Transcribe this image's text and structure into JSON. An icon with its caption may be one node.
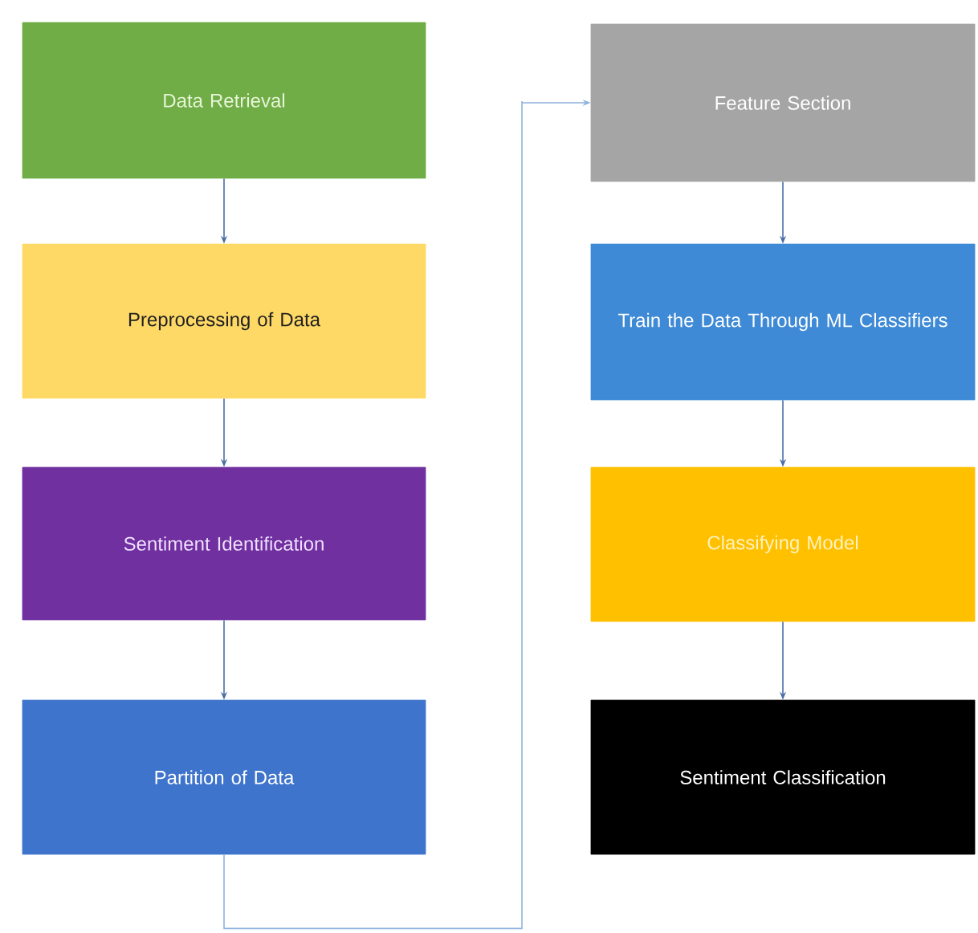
{
  "diagram": {
    "nodes": [
      {
        "text": [
          "Data Retrieval"
        ]
      },
      {
        "text": [
          "Preprocessing of Data"
        ]
      },
      {
        "text": [
          "Sentiment Identification"
        ]
      },
      {
        "text": [
          "Partition of Data"
        ]
      },
      {
        "text": [
          "Feature Section"
        ]
      },
      {
        "text": [
          "Train the Data Through ML Classifiers"
        ]
      },
      {
        "text": [
          "Classifying Model"
        ]
      },
      {
        "text": [
          "Sentiment Classification"
        ]
      }
    ],
    "edges": [
      {
        "from": 0,
        "to": 1,
        "arrow": "to"
      },
      {
        "from": 1,
        "to": 2,
        "arrow": "to"
      },
      {
        "from": 2,
        "to": 3,
        "arrow": "to"
      },
      {
        "from": 3,
        "to": 4,
        "arrow": "to",
        "color": "#8fb3dd"
      },
      {
        "from": 4,
        "to": 5,
        "arrow": "to"
      },
      {
        "from": 5,
        "to": 6,
        "arrow": "to"
      },
      {
        "from": 6,
        "to": 7,
        "arrow": "to"
      }
    ]
  }
}
